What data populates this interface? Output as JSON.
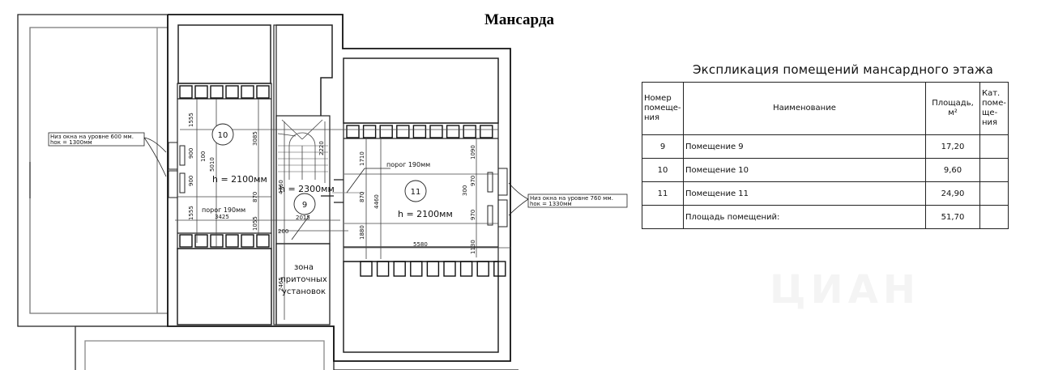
{
  "title": "Мансарда",
  "table": {
    "title": "Экспликация помещений мансардного этажа",
    "headers": [
      "Номер помеще-ния",
      "Наименование",
      "Площадь, м²",
      "Кат. поме-ще-ния"
    ],
    "rows": [
      {
        "num": "9",
        "name": "Помещение 9",
        "area": "17,20",
        "cat": ""
      },
      {
        "num": "10",
        "name": "Помещение 10",
        "area": "9,60",
        "cat": ""
      },
      {
        "num": "11",
        "name": "Помещение 11",
        "area": "24,90",
        "cat": ""
      },
      {
        "num": "",
        "name": "Площадь помещений:",
        "area": "51,70",
        "cat": ""
      }
    ]
  },
  "plan": {
    "room10": {
      "number": "10",
      "height": "h = 2100мм",
      "threshold": "порог 190мм"
    },
    "room9": {
      "number": "9",
      "height": "h = 2300мм"
    },
    "room11": {
      "number": "11",
      "height": "h = 2100мм",
      "threshold": "порог 190мм"
    },
    "zone_label": [
      "зона",
      "приточных",
      "установок"
    ],
    "note_left": [
      "Низ окна на уровне 600 мм.",
      "hок = 1300мм"
    ],
    "note_right": [
      "Низ окна на уровне 760 мм.",
      "hок = 1330мм"
    ],
    "dims": {
      "d1555a": "1555",
      "d900a": "900",
      "d100": "100",
      "d5010": "5010",
      "d900b": "900",
      "d3085": "3085",
      "d870a": "870",
      "d1555b": "1555",
      "d3425": "3425",
      "d1055": "1055",
      "d2220": "2220",
      "d4760": "4760",
      "d2015": "2015",
      "d200": "200",
      "d2465": "2465",
      "d1710": "1710",
      "d870b": "870",
      "d4460": "4460",
      "d1880": "1880",
      "d5580": "5580",
      "d1090": "1090",
      "d970a": "970",
      "d300": "300",
      "d970b": "970",
      "d1130": "1130"
    }
  },
  "watermark": "ЦИАН"
}
